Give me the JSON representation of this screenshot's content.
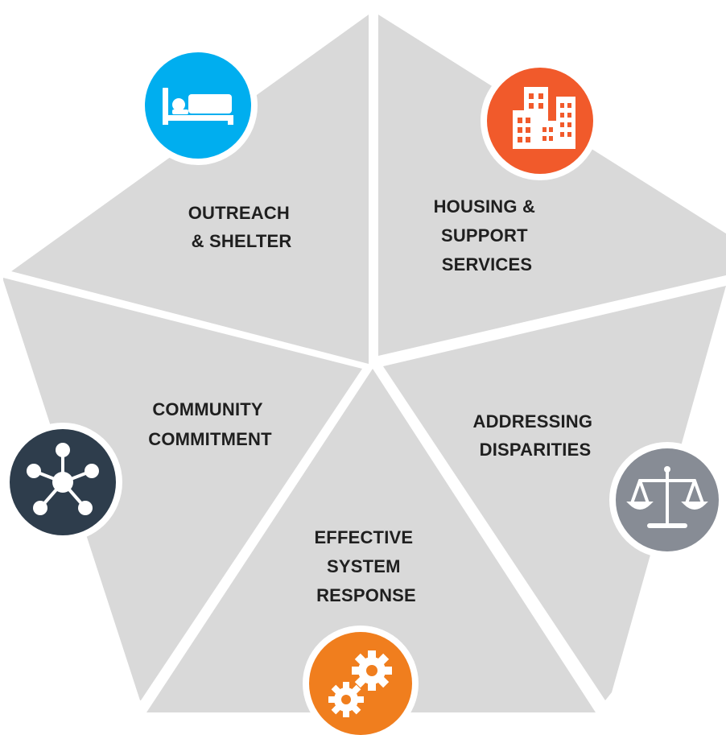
{
  "segments": [
    {
      "id": "outreach-shelter",
      "label_lines": [
        "OUTREACH",
        "& SHELTER"
      ],
      "icon": "bed-icon",
      "icon_color": "#00AEEF"
    },
    {
      "id": "housing-support-services",
      "label_lines": [
        "HOUSING &",
        "SUPPORT",
        "SERVICES"
      ],
      "icon": "buildings-icon",
      "icon_color": "#F15A2B"
    },
    {
      "id": "addressing-disparities",
      "label_lines": [
        "ADDRESSING",
        "DISPARITIES"
      ],
      "icon": "scales-icon",
      "icon_color": "#878C95"
    },
    {
      "id": "effective-system-response",
      "label_lines": [
        "EFFECTIVE",
        "SYSTEM",
        "RESPONSE"
      ],
      "icon": "gears-icon",
      "icon_color": "#F07E1E"
    },
    {
      "id": "community-commitment",
      "label_lines": [
        "COMMUNITY",
        "COMMITMENT"
      ],
      "icon": "network-icon",
      "icon_color": "#2E3D4C"
    }
  ],
  "colors": {
    "segment_fill": "#D9D9D9",
    "gap": "#FFFFFF",
    "label": "#1F1F1F"
  }
}
